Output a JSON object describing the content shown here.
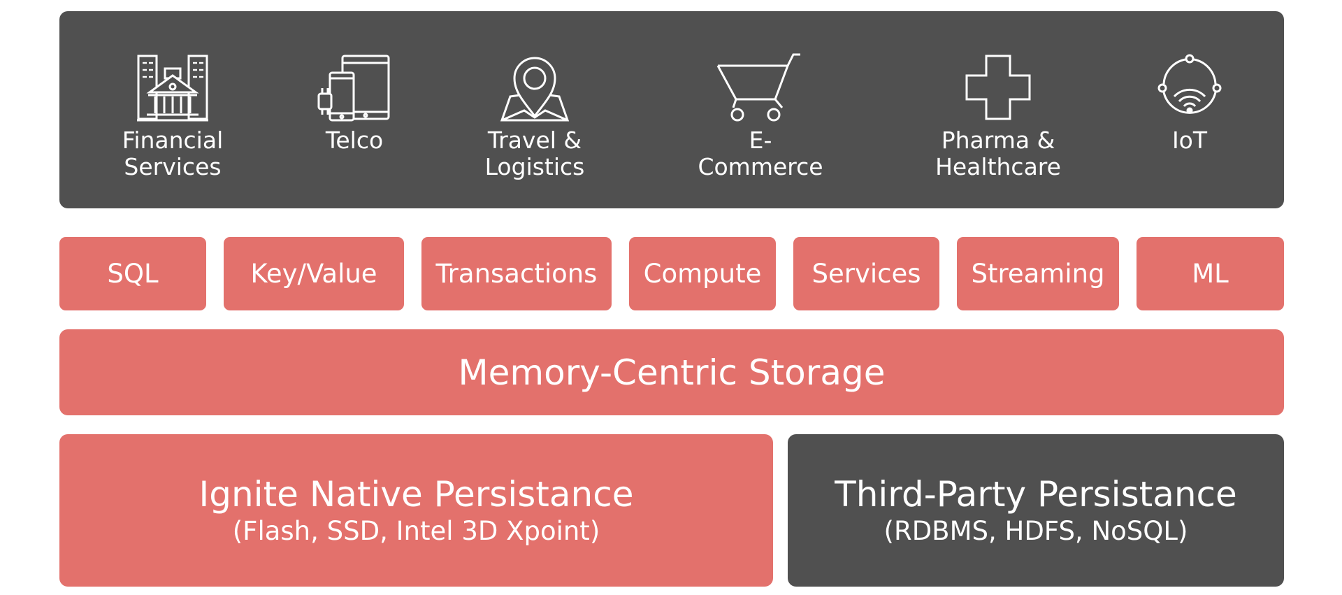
{
  "industries": [
    {
      "icon": "bank-buildings-icon",
      "label": "Financial\nServices"
    },
    {
      "icon": "devices-icon",
      "label": "Telco"
    },
    {
      "icon": "map-pin-icon",
      "label": "Travel &\nLogistics"
    },
    {
      "icon": "shopping-cart-icon",
      "label": "E-Commerce"
    },
    {
      "icon": "medical-cross-icon",
      "label": "Pharma &\nHealthcare"
    },
    {
      "icon": "iot-wifi-icon",
      "label": "IoT"
    }
  ],
  "apis": [
    "SQL",
    "Key/Value",
    "Transactions",
    "Compute",
    "Services",
    "Streaming",
    "ML"
  ],
  "storage": {
    "label": "Memory-Centric Storage"
  },
  "persistence": {
    "native": {
      "title": "Ignite Native Persistance",
      "subtitle": "(Flash, SSD, Intel 3D Xpoint)"
    },
    "third_party": {
      "title": "Third-Party Persistance",
      "subtitle": "(RDBMS, HDFS, NoSQL)"
    }
  },
  "colors": {
    "dark": "#505050",
    "accent": "#e3716c",
    "text": "#ffffff"
  }
}
